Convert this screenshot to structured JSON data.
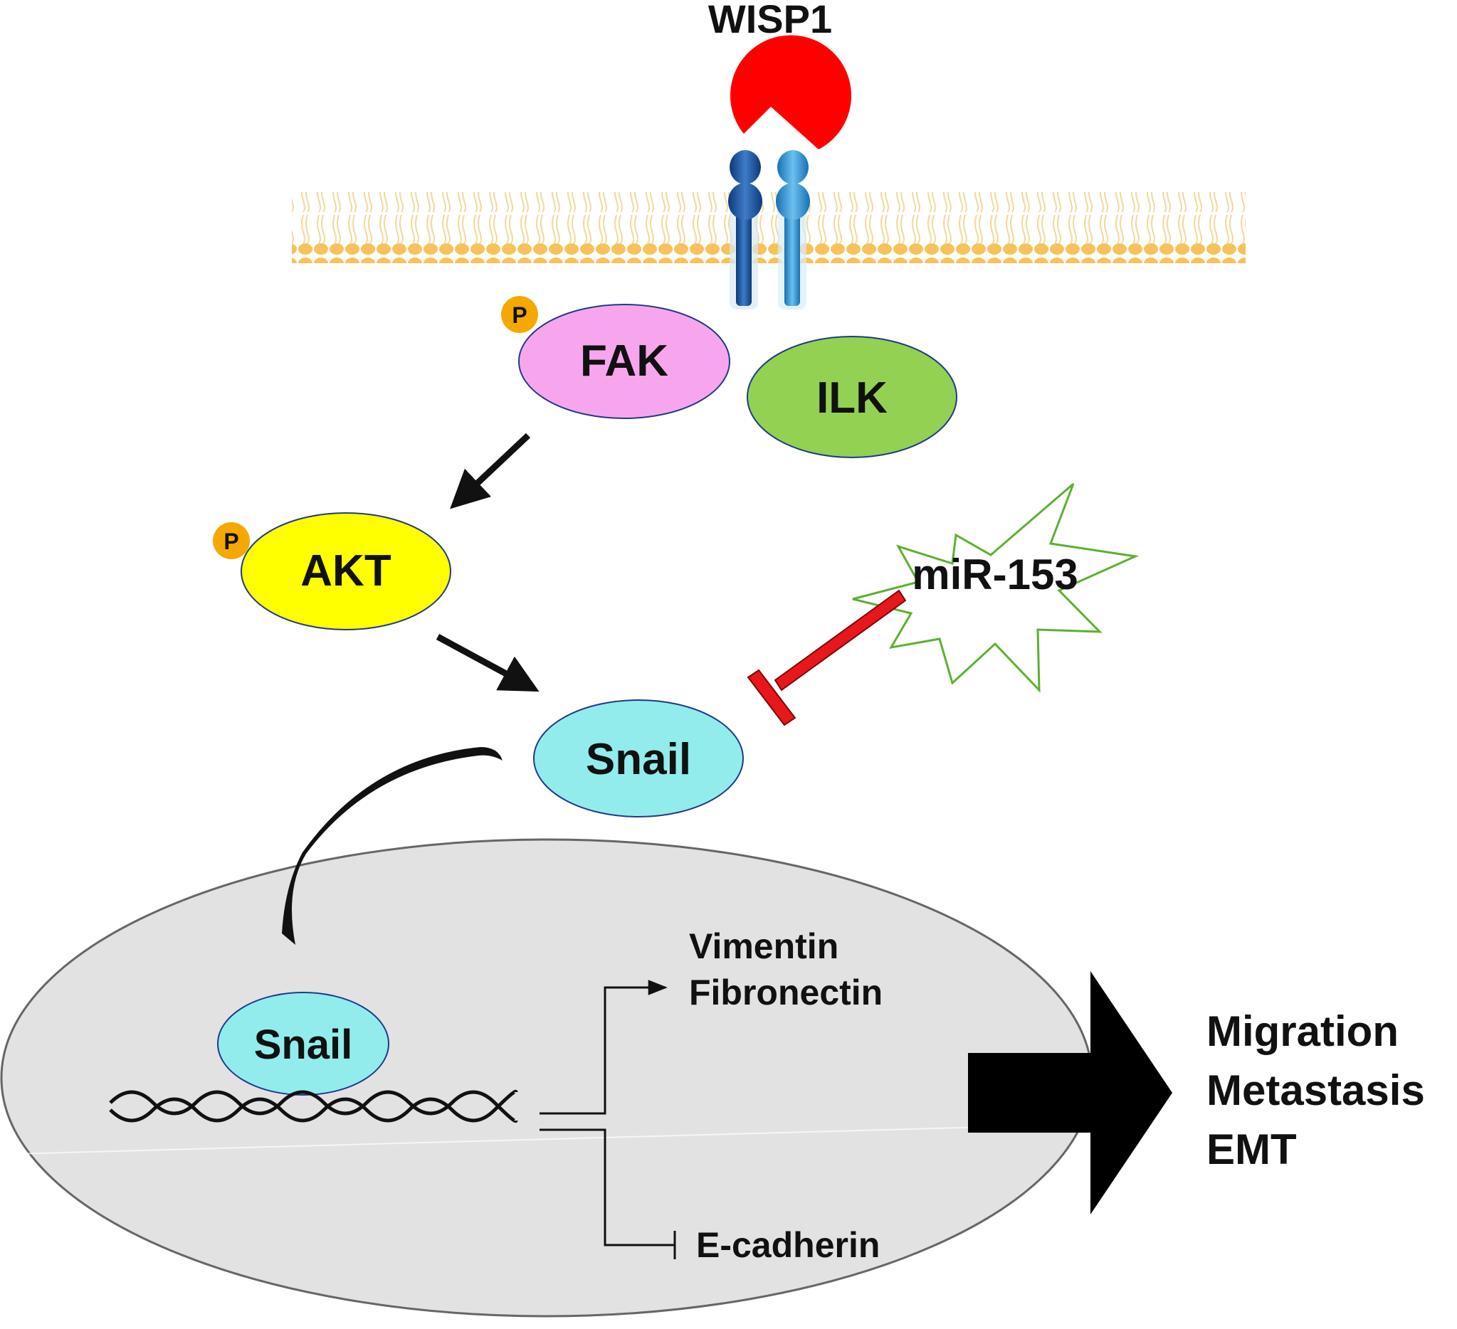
{
  "ligand": {
    "label": "WISP1",
    "color": "#ff0000"
  },
  "receptor": {
    "left_color": "#1f5aa6",
    "right_color": "#2a8fd0"
  },
  "membrane": {
    "color": "#f5c35a"
  },
  "phospho": {
    "label": "P",
    "color": "#f5a800"
  },
  "nodes": {
    "fak": {
      "label": "FAK",
      "color": "#f7a6ee"
    },
    "ilk": {
      "label": "ILK",
      "color": "#93d152"
    },
    "akt": {
      "label": "AKT",
      "color": "#ffff00"
    },
    "snail": {
      "label": "Snail",
      "color": "#92ecec"
    },
    "nuclear_snail": {
      "label": "Snail",
      "color": "#92ecec"
    },
    "mirna": {
      "label": "miR-153",
      "outline_color": "#5cb030"
    }
  },
  "inhibitor": {
    "color": "#e8171c"
  },
  "nucleus": {
    "color": "#e2e2e2"
  },
  "targets": {
    "upregulated": [
      "Vimentin",
      "Fibronectin"
    ],
    "downregulated": [
      "E-cadherin"
    ]
  },
  "outcomes": [
    "Migration",
    "Metastasis",
    "EMT"
  ]
}
